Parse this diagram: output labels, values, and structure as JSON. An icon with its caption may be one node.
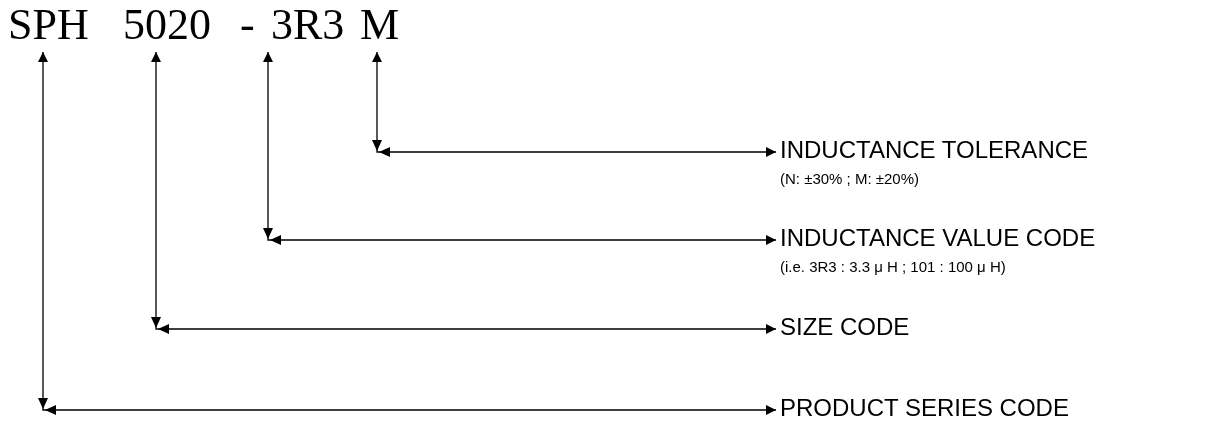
{
  "diagram": {
    "nodes": [
      {
        "text": [
          "SPH"
        ]
      },
      {
        "text": [
          "5020"
        ]
      },
      {
        "text": [
          "3R3"
        ]
      },
      {
        "text": [
          "M"
        ]
      },
      {
        "text": [
          "INDUCTANCE TOLERANCE",
          "(N: ±30% ; M: ±20%)"
        ]
      },
      {
        "text": [
          "INDUCTANCE VALUE CODE",
          "(i.e. 3R3 : 3.3 μ H ; 101 : 100 μ H)"
        ]
      },
      {
        "text": [
          "SIZE CODE"
        ]
      },
      {
        "text": [
          "PRODUCT SERIES CODE"
        ]
      }
    ],
    "edges": [
      {
        "from": 3,
        "to": 4,
        "arrow": "both"
      },
      {
        "from": 2,
        "to": 5,
        "arrow": "both"
      },
      {
        "from": 1,
        "to": 6,
        "arrow": "both"
      },
      {
        "from": 0,
        "to": 7,
        "arrow": "both"
      }
    ],
    "labels": [
      "-"
    ]
  }
}
